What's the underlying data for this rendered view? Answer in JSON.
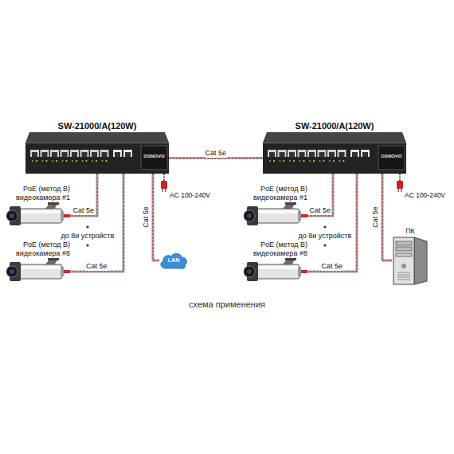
{
  "diagram": {
    "caption": "схема применения",
    "nodes": [
      {
        "text": [
          "SW-21000/A(120W)",
          "OSNOVO"
        ]
      },
      {
        "text": [
          "SW-21000/A(120W)",
          "OSNOVO"
        ]
      },
      {
        "text": [
          "PoE (метод В) видеокамера #1"
        ]
      },
      {
        "text": [
          "PoE (метод В) видеокамера #8"
        ]
      },
      {
        "text": [
          "LAN"
        ]
      },
      {
        "text": [
          "PoE (метод В) видеокамера #1"
        ]
      },
      {
        "text": [
          "PoE (метод В) видеокамера #8"
        ]
      },
      {
        "text": [
          "ПК"
        ]
      }
    ],
    "edges": [
      {
        "from": 0,
        "to": 1,
        "label": "Cat 5e",
        "arrow": "none"
      },
      {
        "from": 0,
        "to": 2,
        "label": "Cat 5e",
        "arrow": "none"
      },
      {
        "from": 0,
        "to": 3,
        "label": "Cat 5e",
        "arrow": "none"
      },
      {
        "from": 0,
        "to": 4,
        "label": "Cat 5e",
        "arrow": "none"
      },
      {
        "from": 1,
        "to": 5,
        "label": "Cat 5e",
        "arrow": "none"
      },
      {
        "from": 1,
        "to": 6,
        "label": "Cat 5e",
        "arrow": "none"
      },
      {
        "from": 1,
        "to": 7,
        "label": "Cat 5e",
        "arrow": "none"
      }
    ],
    "labels": [
      "AC 100-240V",
      "до 8и устройств",
      "AC 100-240V",
      "до 8и устройств"
    ]
  }
}
